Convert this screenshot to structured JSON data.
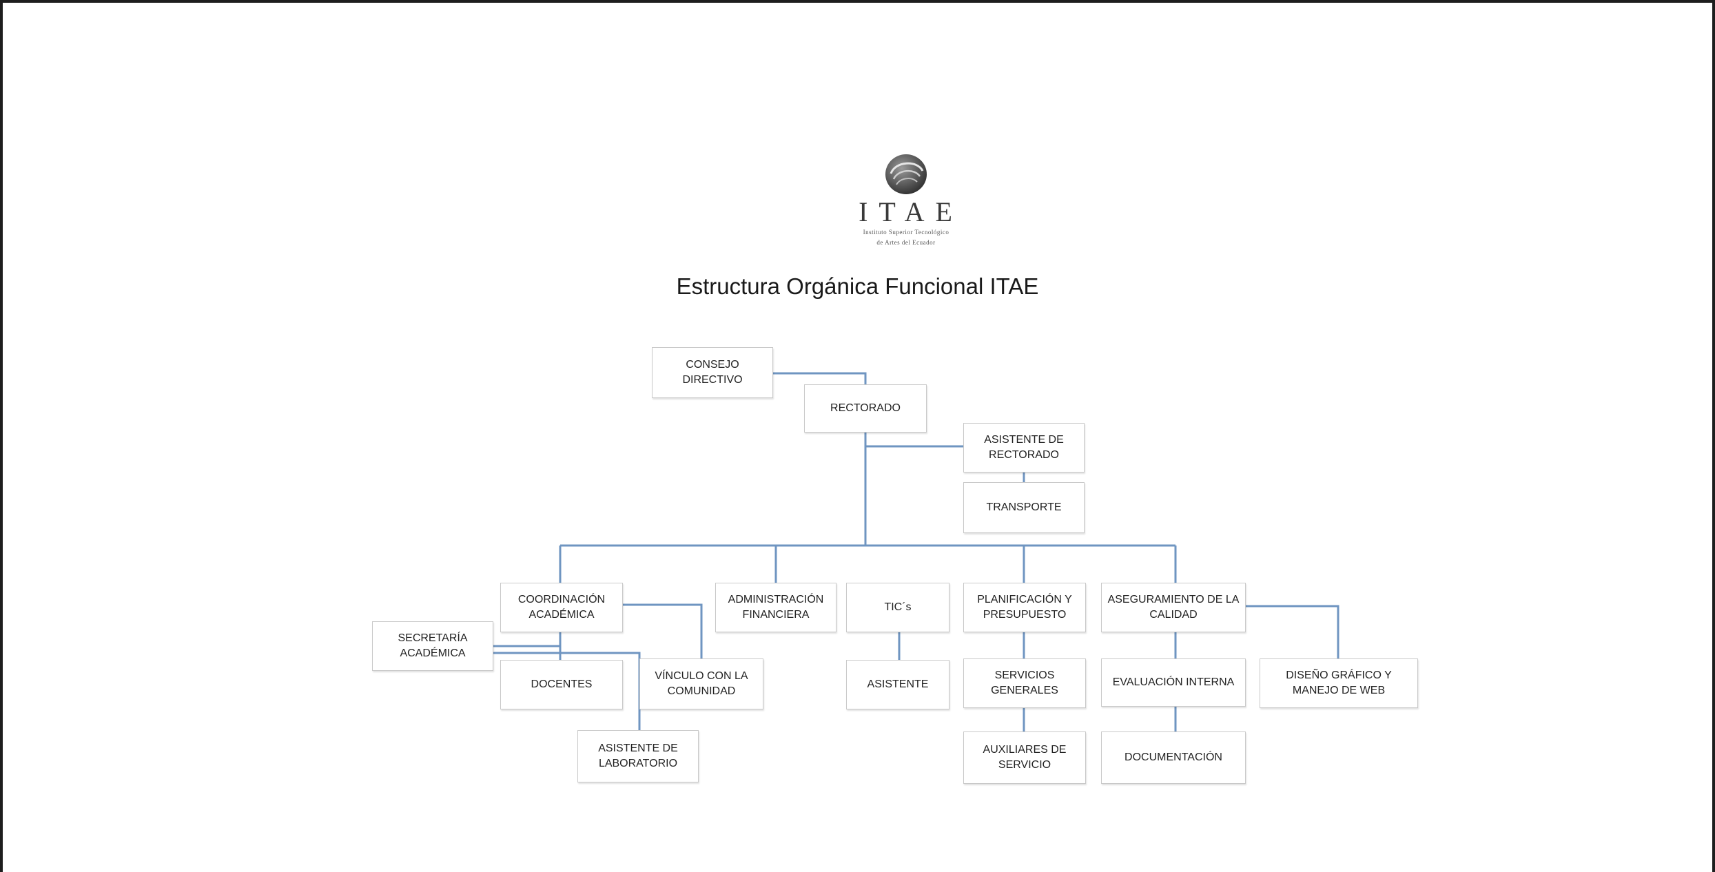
{
  "logo": {
    "name": "ITAE",
    "subtitle_line1": "Instituto Superior Tecnológico",
    "subtitle_line2": "de Artes del Ecuador"
  },
  "title": "Estructura Orgánica Funcional ITAE",
  "colors": {
    "connector": "#6f95c1",
    "box_border": "#c9c9c9",
    "frame": "#1e1e1e"
  },
  "units": {
    "consejo": "CONSEJO DIRECTIVO",
    "rectorado": "RECTORADO",
    "asistente_rectorado": "ASISTENTE DE RECTORADO",
    "transporte": "TRANSPORTE",
    "coordinacion": "COORDINACIÓN ACADÉMICA",
    "administracion": "ADMINISTRACIÓN FINANCIERA",
    "tics": "TIC´s",
    "planificacion": "PLANIFICACIÓN Y PRESUPUESTO",
    "aseguramiento": "ASEGURAMIENTO DE LA CALIDAD",
    "secretaria": "SECRETARÍA ACADÉMICA",
    "docentes": "DOCENTES",
    "vinculo": "VÍNCULO CON LA COMUNIDAD",
    "asistente_lab": "ASISTENTE DE LABORATORIO",
    "asistente": "ASISTENTE",
    "servicios": "SERVICIOS GENERALES",
    "auxiliares": "AUXILIARES DE SERVICIO",
    "evaluacion": "EVALUACIÓN INTERNA",
    "documentacion": "DOCUMENTACIÓN",
    "diseno": "DISEÑO GRÁFICO Y MANEJO DE WEB"
  }
}
